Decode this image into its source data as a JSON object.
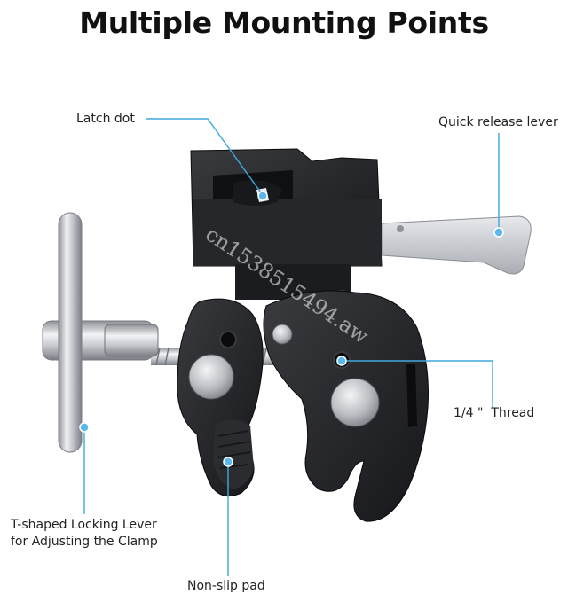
{
  "title": "Multiple Mounting Points",
  "callouts": {
    "latch_dot": "Latch dot",
    "quick_release_lever": "Quick release lever",
    "thread": "1/4 \"  Thread",
    "locking_lever_line1": "T-shaped Locking Lever",
    "locking_lever_line2": "for Adjusting the Clamp",
    "non_slip_pad": "Non-slip pad"
  },
  "watermark": "cn1538515494.aw",
  "colors": {
    "callout_line": "#3fa9dc",
    "dot": "#5bb8ea",
    "metal_dark": "#1e1f22",
    "metal_silver": "#c9cbcf"
  }
}
